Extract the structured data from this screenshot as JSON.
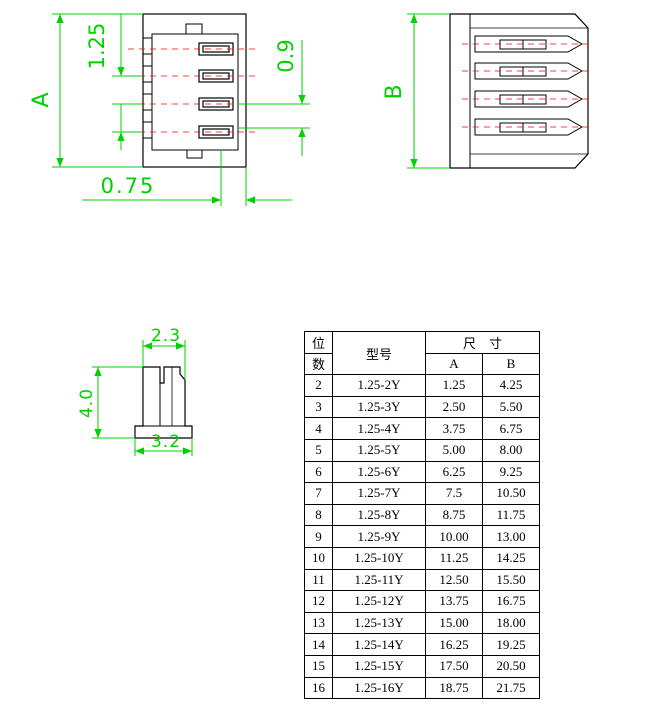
{
  "dimensions": {
    "pitch": "1.25",
    "pin_spacing": "0.9",
    "offset": "0.75",
    "dim_a": "A",
    "dim_b": "B",
    "width_top": "2.3",
    "height_side": "4.0",
    "width_bottom": "3.2"
  },
  "table": {
    "header_col1_line1": "位",
    "header_col1_line2": "数",
    "header_col2": "型号",
    "header_dim": "尺　寸",
    "header_a": "A",
    "header_b": "B",
    "rows": [
      {
        "n": "2",
        "model": "1.25-2Y",
        "a": "1.25",
        "b": "4.25"
      },
      {
        "n": "3",
        "model": "1.25-3Y",
        "a": "2.50",
        "b": "5.50"
      },
      {
        "n": "4",
        "model": "1.25-4Y",
        "a": "3.75",
        "b": "6.75"
      },
      {
        "n": "5",
        "model": "1.25-5Y",
        "a": "5.00",
        "b": "8.00"
      },
      {
        "n": "6",
        "model": "1.25-6Y",
        "a": "6.25",
        "b": "9.25"
      },
      {
        "n": "7",
        "model": "1.25-7Y",
        "a": "7.5",
        "b": "10.50"
      },
      {
        "n": "8",
        "model": "1.25-8Y",
        "a": "8.75",
        "b": "11.75"
      },
      {
        "n": "9",
        "model": "1.25-9Y",
        "a": "10.00",
        "b": "13.00"
      },
      {
        "n": "10",
        "model": "1.25-10Y",
        "a": "11.25",
        "b": "14.25"
      },
      {
        "n": "11",
        "model": "1.25-11Y",
        "a": "12.50",
        "b": "15.50"
      },
      {
        "n": "12",
        "model": "1.25-12Y",
        "a": "13.75",
        "b": "16.75"
      },
      {
        "n": "13",
        "model": "1.25-13Y",
        "a": "15.00",
        "b": "18.00"
      },
      {
        "n": "14",
        "model": "1.25-14Y",
        "a": "16.25",
        "b": "19.25"
      },
      {
        "n": "15",
        "model": "1.25-15Y",
        "a": "17.50",
        "b": "20.50"
      },
      {
        "n": "16",
        "model": "1.25-16Y",
        "a": "18.75",
        "b": "21.75"
      }
    ]
  },
  "colors": {
    "dimension_line": "#00d000",
    "outline": "#000000",
    "centerline": "#ff0000"
  }
}
